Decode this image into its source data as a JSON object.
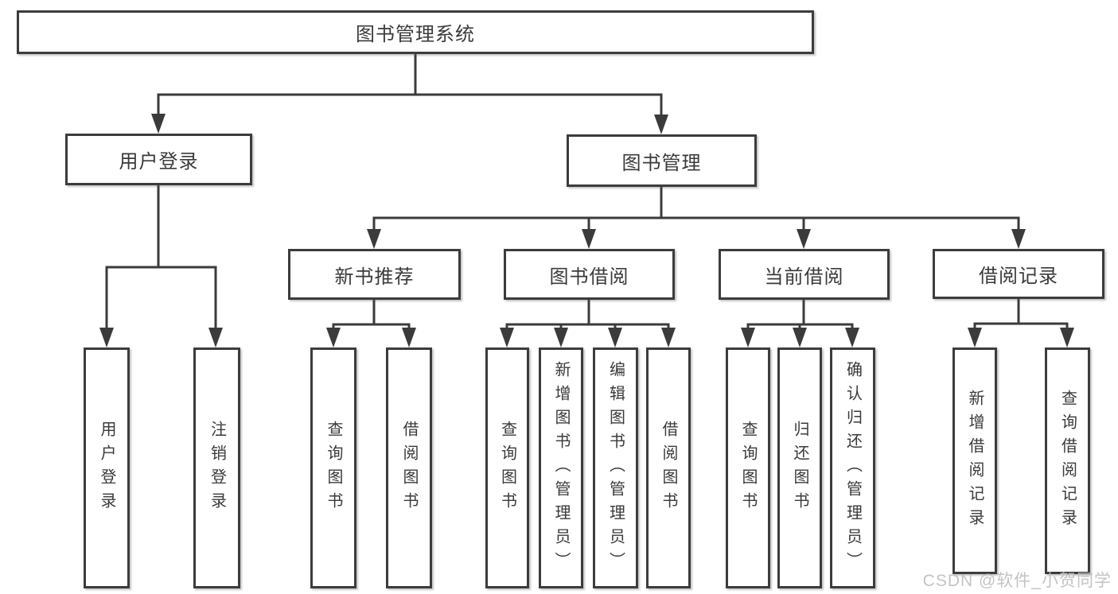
{
  "diagram": {
    "type": "hierarchy-tree",
    "root": {
      "label": "图书管理系统"
    },
    "branches": [
      {
        "label": "用户登录",
        "children": [
          {
            "label": "用户登录"
          },
          {
            "label": "注销登录"
          }
        ]
      },
      {
        "label": "图书管理",
        "sections": [
          {
            "label": "新书推荐",
            "children": [
              {
                "label": "查询图书"
              },
              {
                "label": "借阅图书"
              }
            ]
          },
          {
            "label": "图书借阅",
            "children": [
              {
                "label": "查询图书"
              },
              {
                "label": "新增图书（管理员）"
              },
              {
                "label": "编辑图书（管理员）"
              },
              {
                "label": "借阅图书"
              }
            ]
          },
          {
            "label": "当前借阅",
            "children": [
              {
                "label": "查询图书"
              },
              {
                "label": "归还图书"
              },
              {
                "label": "确认归还（管理员）"
              }
            ]
          },
          {
            "label": "借阅记录",
            "children": [
              {
                "label": "新增借阅记录"
              },
              {
                "label": "查询借阅记录"
              }
            ]
          }
        ]
      }
    ]
  },
  "watermark": "CSDN @软件_小贺同学",
  "colors": {
    "line": "#3b3b3b",
    "border": "#3c3c3c",
    "text": "#3a3a3a",
    "background": "#ffffff",
    "watermark": "#bdbdbd"
  }
}
